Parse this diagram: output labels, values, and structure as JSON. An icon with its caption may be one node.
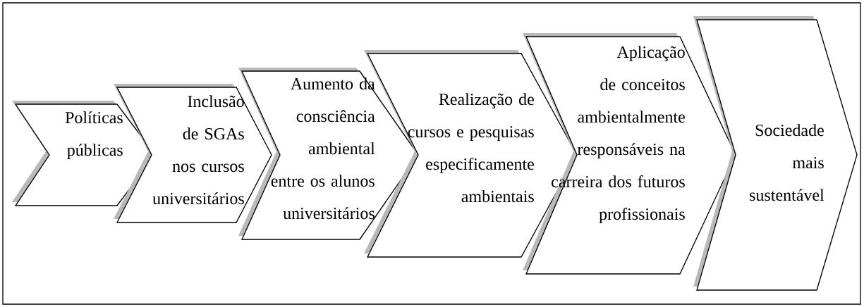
{
  "diagram": {
    "nodes": [
      {
        "text": [
          "Políticas públicas"
        ]
      },
      {
        "text": [
          "Inclusão de SGAs nos cursos universitários"
        ]
      },
      {
        "text": [
          "Aumento da consciência ambiental entre os alunos universitários"
        ]
      },
      {
        "text": [
          "Realização de cursos e pesquisas especificamente ambientais"
        ]
      },
      {
        "text": [
          "Aplicação de conceitos ambientalmente responsáveis na carreira dos futuros profissionais"
        ]
      },
      {
        "text": [
          "Sociedade mais sustentável"
        ]
      }
    ]
  }
}
